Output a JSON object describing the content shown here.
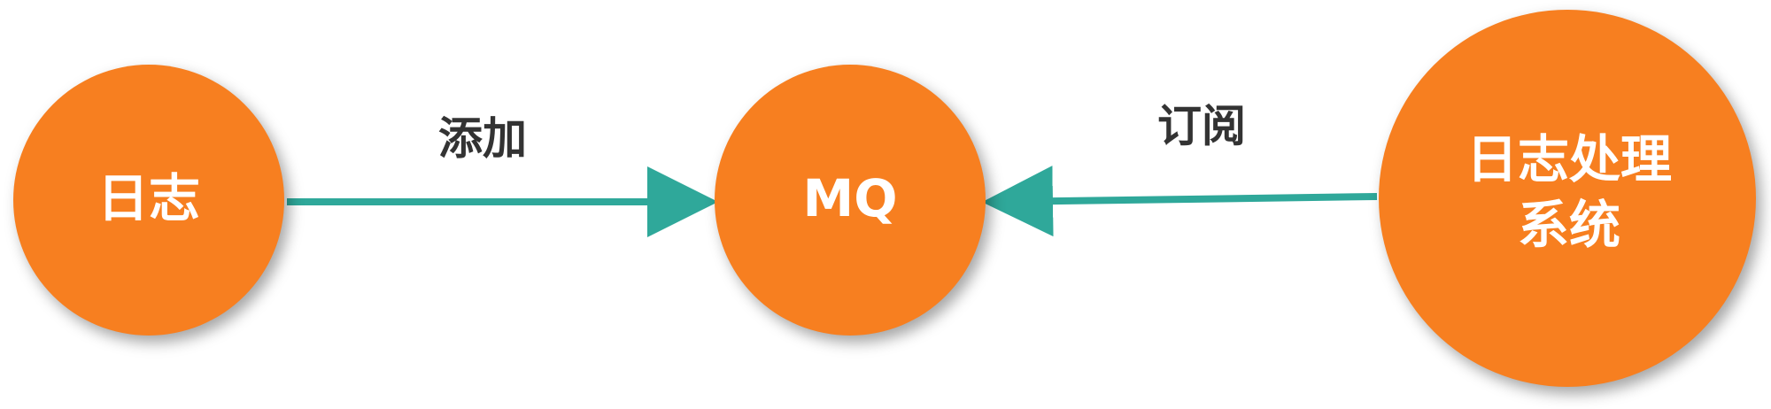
{
  "colors": {
    "node_fill": "#F77F20",
    "edge_color": "#2FA89A",
    "node_text": "#FFFFFF",
    "edge_text": "#333333"
  },
  "nodes": {
    "log": {
      "label": "日志"
    },
    "mq": {
      "label": "MQ"
    },
    "processor": {
      "line1": "日志处理",
      "line2": "系统"
    }
  },
  "edges": {
    "add": {
      "label": "添加",
      "from": "log",
      "to": "mq"
    },
    "subscribe": {
      "label": "订阅",
      "from": "processor",
      "to": "mq"
    }
  }
}
